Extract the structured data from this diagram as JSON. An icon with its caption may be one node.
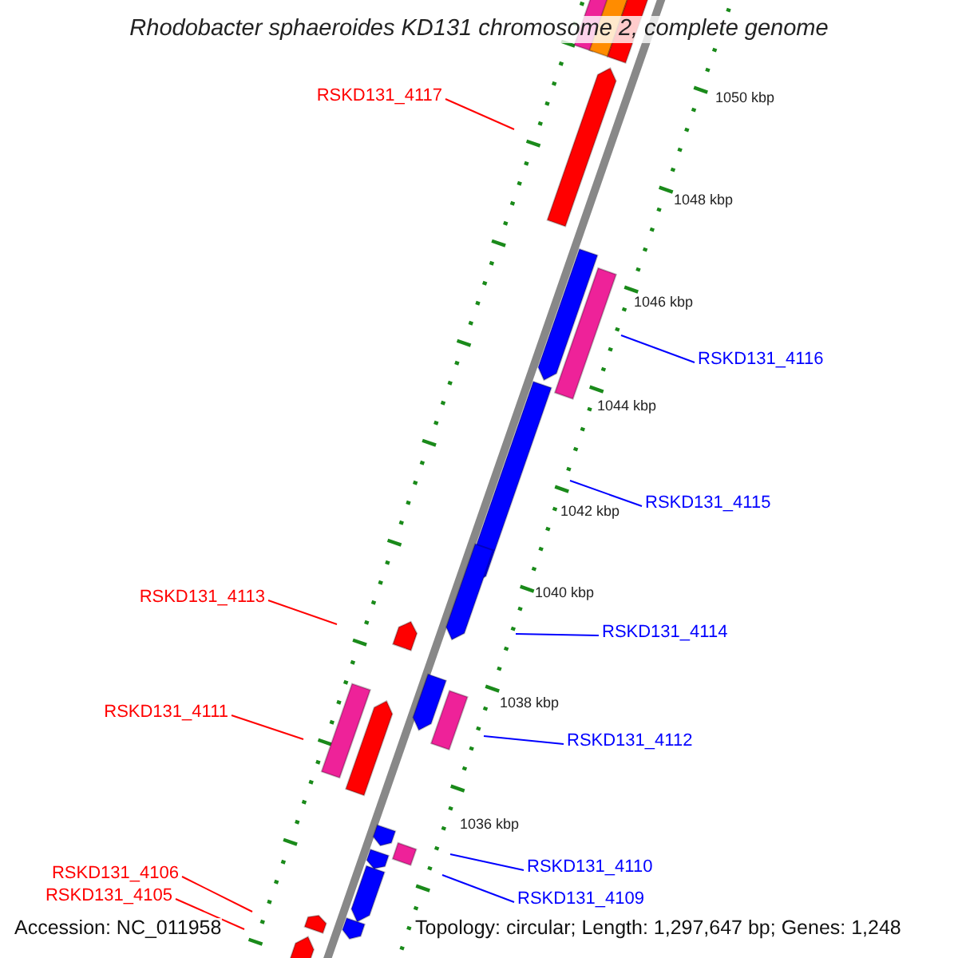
{
  "diagram": {
    "title": "Rhodobacter sphaeroides KD131 chromosome 2, complete genome",
    "nodes": [
      {
        "text": [
          "RSKD131_4117"
        ]
      },
      {
        "text": [
          "RSKD131_4116"
        ]
      },
      {
        "text": [
          "RSKD131_4115"
        ]
      },
      {
        "text": [
          "RSKD131_4113"
        ]
      },
      {
        "text": [
          "RSKD131_4114"
        ]
      },
      {
        "text": [
          "RSKD131_4111"
        ]
      },
      {
        "text": [
          "RSKD131_4112"
        ]
      },
      {
        "text": [
          "RSKD131_4110"
        ]
      },
      {
        "text": [
          "RSKD131_4106"
        ]
      },
      {
        "text": [
          "RSKD131_4109"
        ]
      },
      {
        "text": [
          "RSKD131_4105"
        ]
      }
    ],
    "edges": [
      {
        "from": 0,
        "to": null,
        "arrow": "none",
        "color": "#ff0000"
      },
      {
        "from": 1,
        "to": null,
        "arrow": "none"
      },
      {
        "from": 2,
        "to": null,
        "arrow": "none"
      },
      {
        "from": 3,
        "to": null,
        "arrow": "none",
        "color": "#ff0000"
      },
      {
        "from": 4,
        "to": null,
        "arrow": "none"
      },
      {
        "from": 5,
        "to": null,
        "arrow": "none",
        "color": "#ff0000"
      },
      {
        "from": 6,
        "to": null,
        "arrow": "none"
      },
      {
        "from": 7,
        "to": null,
        "arrow": "none"
      },
      {
        "from": 8,
        "to": null,
        "arrow": "none",
        "color": "#ff0000"
      },
      {
        "from": 9,
        "to": null,
        "arrow": "none"
      },
      {
        "from": 10,
        "to": null,
        "arrow": "none",
        "color": "#ff0000"
      }
    ],
    "labels": [
      "1050 kbp",
      "1048 kbp",
      "1046 kbp",
      "1044 kbp",
      "1042 kbp",
      "1040 kbp",
      "1038 kbp",
      "1036 kbp",
      "Accession: NC_011958",
      "Topology: circular; Length: 1,297,647 bp; Genes: 1,248"
    ]
  }
}
